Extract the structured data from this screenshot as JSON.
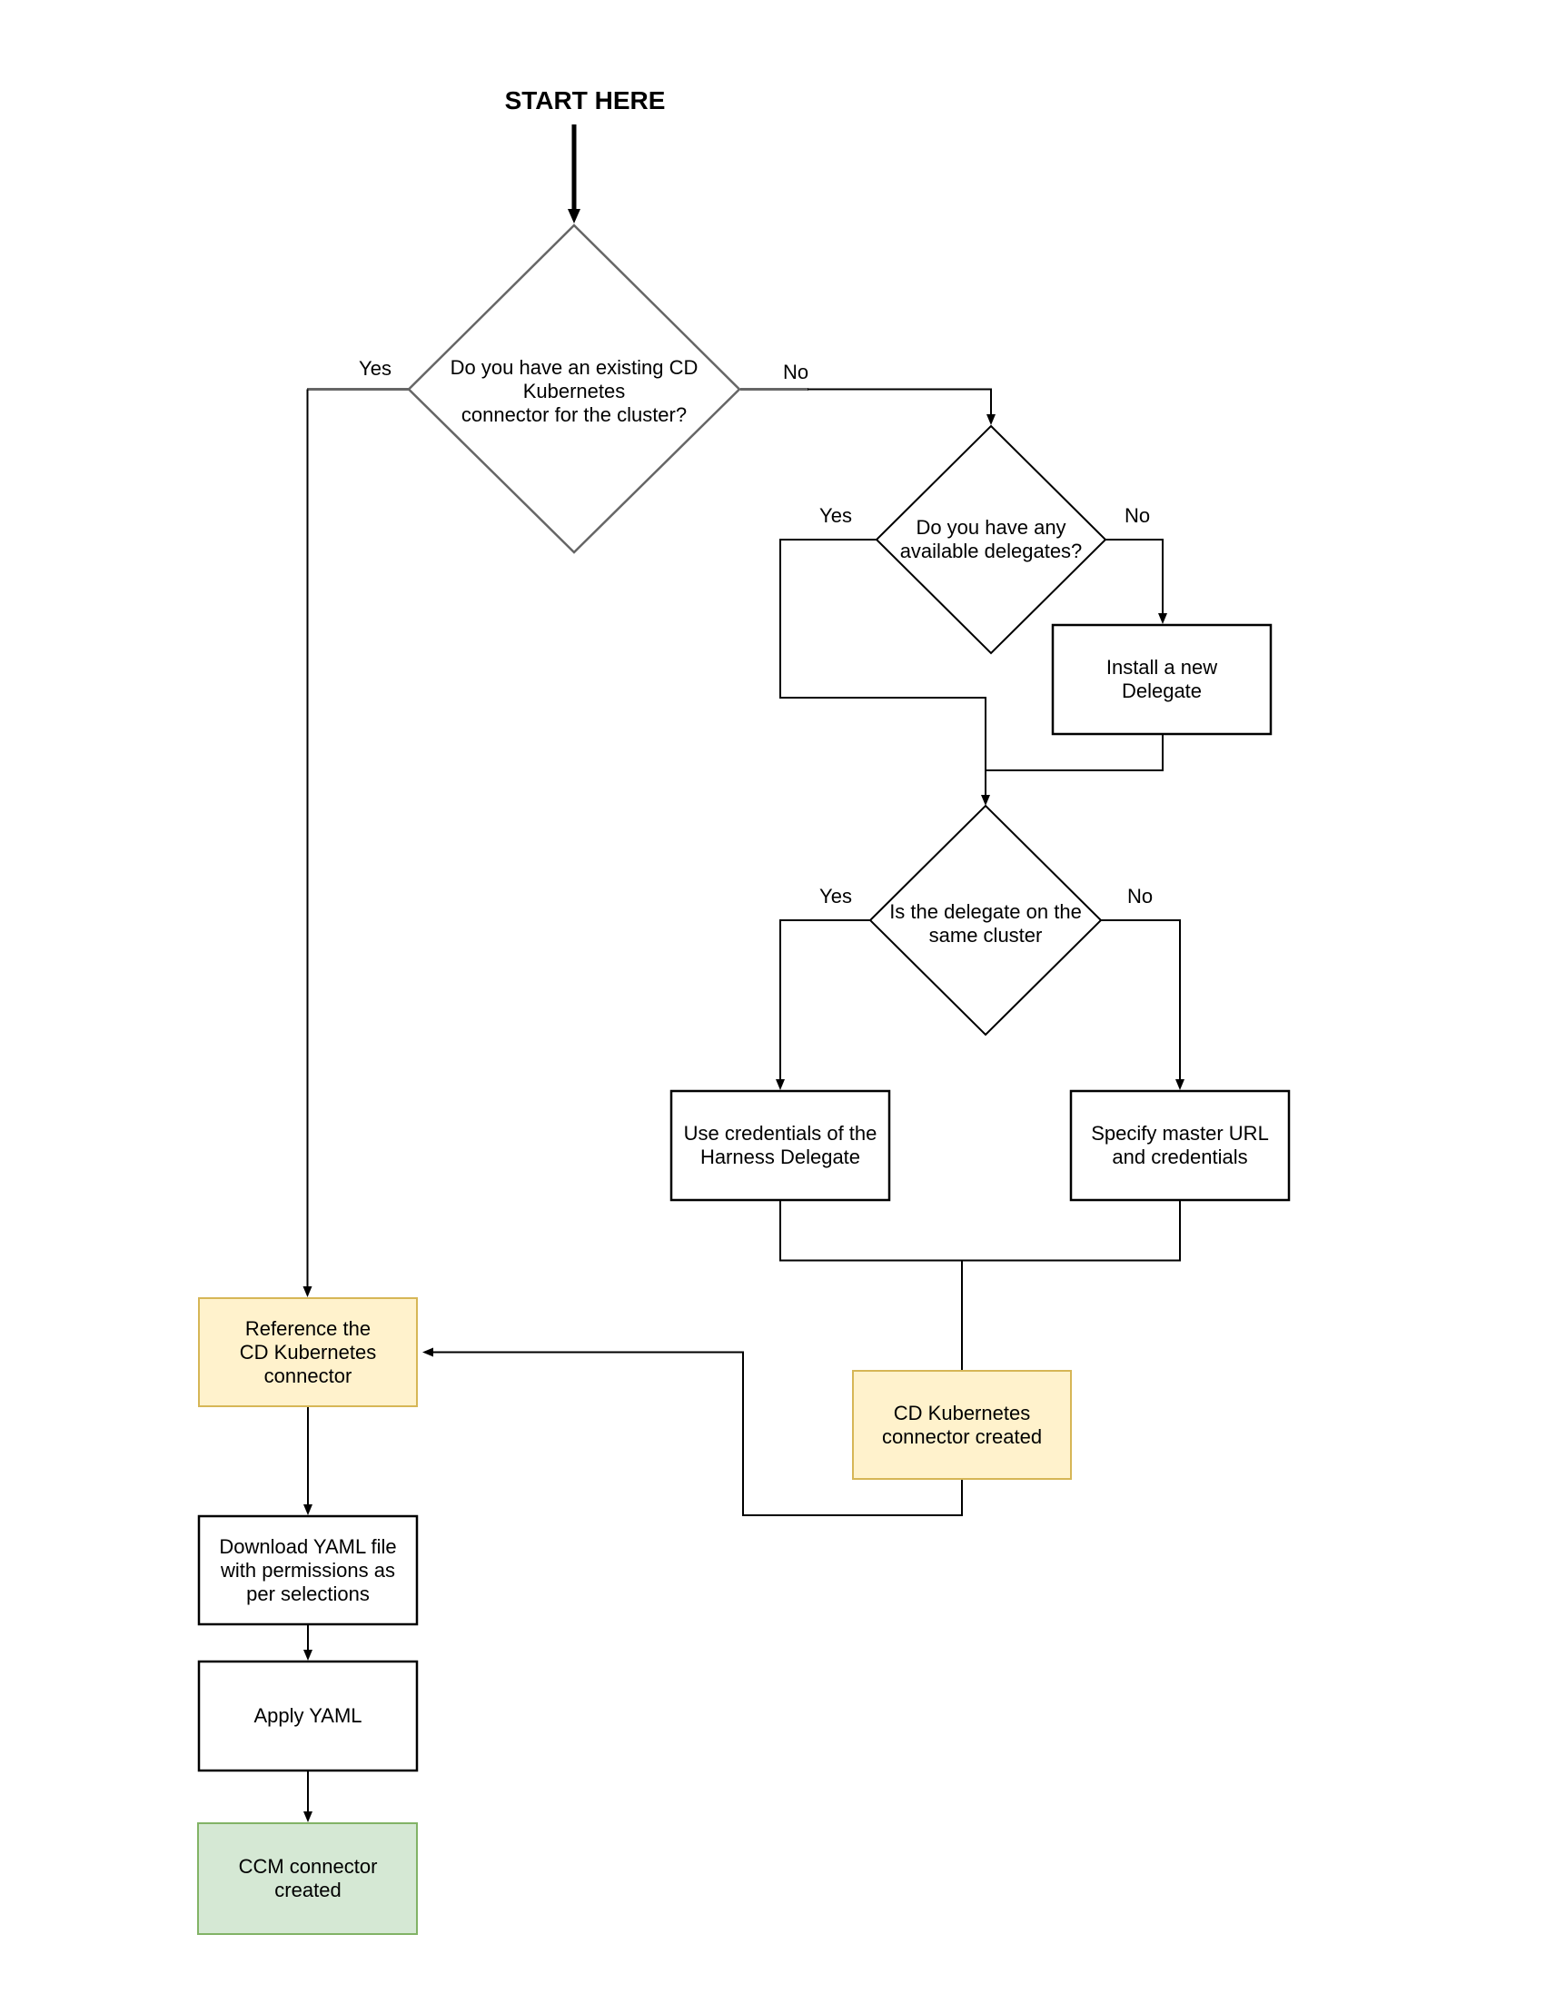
{
  "diagram": {
    "title": "START HERE",
    "colors": {
      "line": "#000000",
      "decision_muted_stroke": "#666666",
      "process_fill": "#ffffff",
      "process_border": "#000000",
      "result_fill": "#fff2cc",
      "result_border": "#d6b656",
      "success_fill": "#d5e8d4",
      "success_border": "#82b366"
    },
    "nodes": [
      {
        "id": "q_existing_connector",
        "type": "decision",
        "label": "Do you have an existing CD\nKubernetes\nconnector for the cluster?"
      },
      {
        "id": "q_available_delegates",
        "type": "decision",
        "label": "Do you have any\navailable delegates?"
      },
      {
        "id": "install_delegate",
        "type": "process",
        "label": "Install a new\nDelegate"
      },
      {
        "id": "q_same_cluster",
        "type": "decision",
        "label": "Is the delegate on the\nsame cluster"
      },
      {
        "id": "use_delegate_credentials",
        "type": "process",
        "label": "Use credentials of the\nHarness Delegate"
      },
      {
        "id": "specify_master_url",
        "type": "process",
        "label": "Specify master URL\nand credentials"
      },
      {
        "id": "cd_connector_created",
        "type": "result",
        "label": "CD Kubernetes\nconnector created"
      },
      {
        "id": "reference_connector",
        "type": "result",
        "label": "Reference the\nCD Kubernetes\nconnector"
      },
      {
        "id": "download_yaml",
        "type": "process",
        "label": "Download YAML file\nwith permissions as\nper selections"
      },
      {
        "id": "apply_yaml",
        "type": "process",
        "label": "Apply YAML"
      },
      {
        "id": "ccm_connector_created",
        "type": "success",
        "label": "CCM connector\ncreated"
      }
    ],
    "edges": [
      {
        "from": "start",
        "to": "q_existing_connector",
        "label": ""
      },
      {
        "from": "q_existing_connector",
        "to": "reference_connector",
        "label": "Yes"
      },
      {
        "from": "q_existing_connector",
        "to": "q_available_delegates",
        "label": "No"
      },
      {
        "from": "q_available_delegates",
        "to": "q_same_cluster",
        "label": "Yes"
      },
      {
        "from": "q_available_delegates",
        "to": "install_delegate",
        "label": "No"
      },
      {
        "from": "install_delegate",
        "to": "q_same_cluster",
        "label": ""
      },
      {
        "from": "q_same_cluster",
        "to": "use_delegate_credentials",
        "label": "Yes"
      },
      {
        "from": "q_same_cluster",
        "to": "specify_master_url",
        "label": "No"
      },
      {
        "from": "use_delegate_credentials",
        "to": "cd_connector_created",
        "label": ""
      },
      {
        "from": "specify_master_url",
        "to": "cd_connector_created",
        "label": ""
      },
      {
        "from": "cd_connector_created",
        "to": "reference_connector",
        "label": ""
      },
      {
        "from": "reference_connector",
        "to": "download_yaml",
        "label": ""
      },
      {
        "from": "download_yaml",
        "to": "apply_yaml",
        "label": ""
      },
      {
        "from": "apply_yaml",
        "to": "ccm_connector_created",
        "label": ""
      }
    ]
  }
}
